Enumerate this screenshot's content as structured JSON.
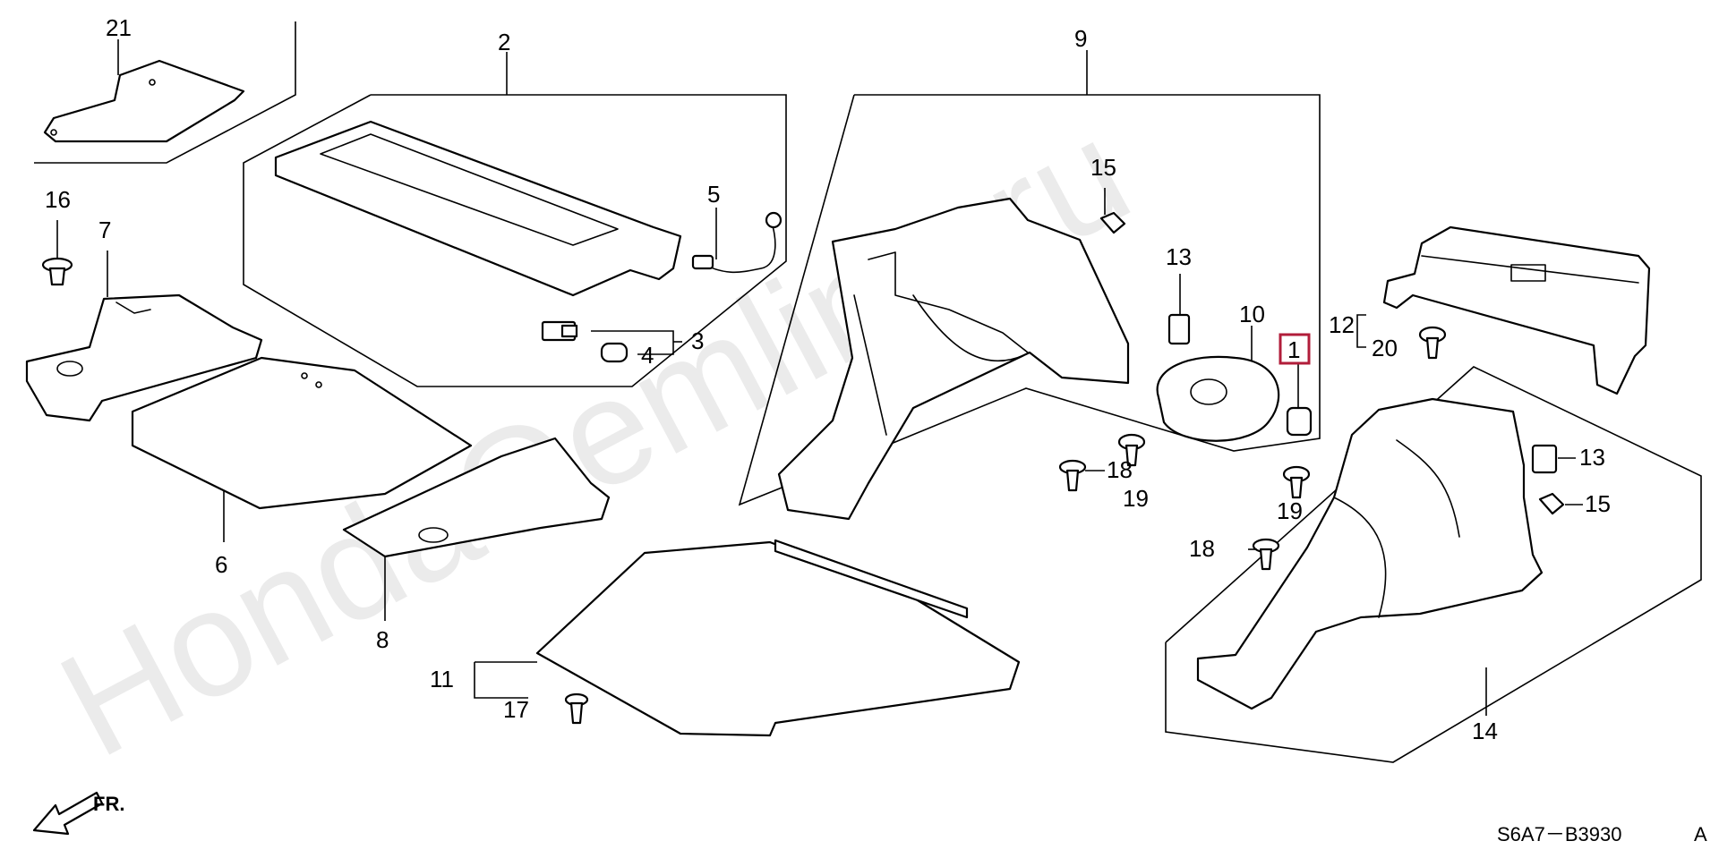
{
  "watermark": "HondaOemline.ru",
  "diagram_code": "S6A7－B3930",
  "diagram_code_suffix": "A",
  "front_label": "FR.",
  "highlighted_callout": "1",
  "callouts": {
    "c1": "1",
    "c2": "2",
    "c3": "3",
    "c4": "4",
    "c5": "5",
    "c6": "6",
    "c7": "7",
    "c8": "8",
    "c9": "9",
    "c10": "10",
    "c11": "11",
    "c12": "12",
    "c13a": "13",
    "c13b": "13",
    "c14": "14",
    "c15a": "15",
    "c15b": "15",
    "c16": "16",
    "c17": "17",
    "c18a": "18",
    "c18b": "18",
    "c19a": "19",
    "c19b": "19",
    "c20": "20",
    "c21": "21"
  },
  "colors": {
    "line": "#000000",
    "highlight": "#b11d3a",
    "watermark": "#ebebeb"
  }
}
